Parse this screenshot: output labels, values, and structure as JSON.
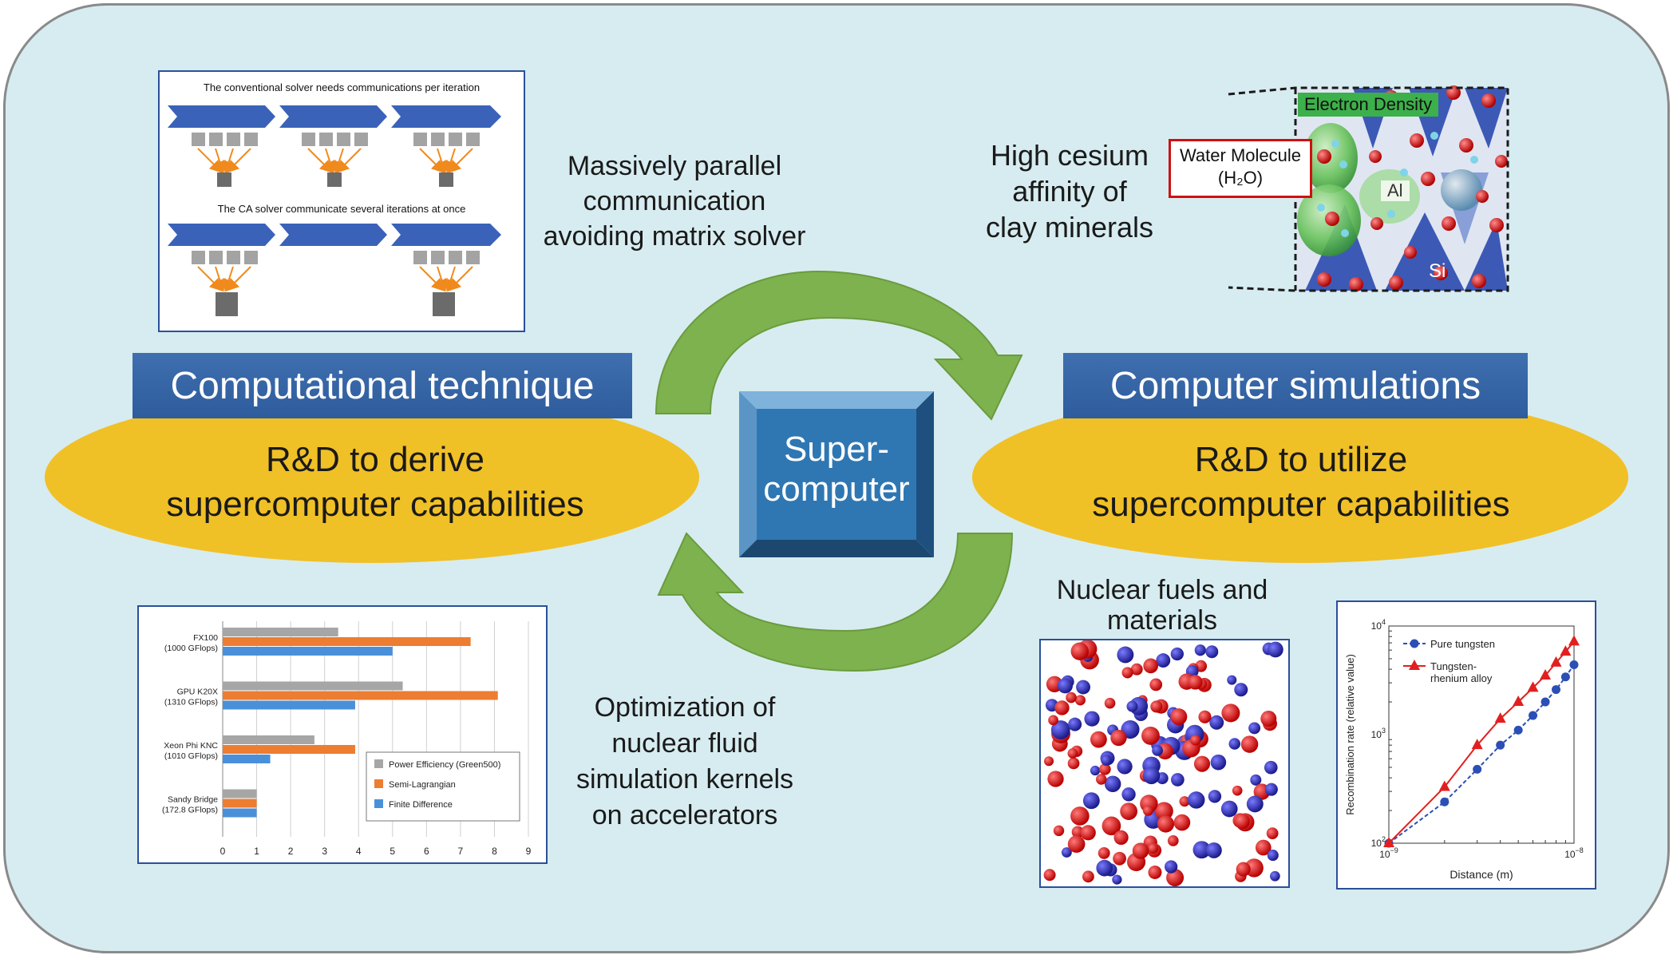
{
  "center": {
    "supercomputer": [
      "Super-",
      "computer"
    ]
  },
  "left": {
    "header": "Computational technique",
    "ellipse_lines": [
      "R&D to derive",
      "supercomputer capabilities"
    ]
  },
  "right": {
    "header": "Computer simulations",
    "ellipse_lines": [
      "R&D to utilize",
      "supercomputer capabilities"
    ]
  },
  "captions": {
    "top_middle": [
      "Massively parallel",
      "communication",
      "avoiding matrix solver"
    ],
    "top_right": [
      "High cesium",
      "affinity of",
      "clay minerals"
    ],
    "bottom_middle": [
      "Optimization of",
      "nuclear fluid",
      "simulation kernels",
      "on accelerators"
    ],
    "bottom_right": [
      "Nuclear fuels and",
      "materials"
    ]
  },
  "solver_figure": {
    "title1": "The conventional solver needs communications per iteration",
    "title2": "The CA solver communicate several iterations at once"
  },
  "clay_figure": {
    "electron_density": "Electron Density",
    "water_molecule": "Water Molecule",
    "water_formula": "(H₂O)",
    "al": "Al",
    "si": "Si"
  },
  "chart_data": [
    {
      "type": "bar",
      "orientation": "horizontal",
      "categories": [
        "FX100\n(1000 GFlops)",
        "GPU K20X\n(1310 GFlops)",
        "Xeon Phi KNC\n(1010 GFlops)",
        "Sandy Bridge\n(172.8 GFlops)"
      ],
      "category_lines": [
        [
          "FX100",
          "(1000 GFlops)"
        ],
        [
          "GPU K20X",
          "(1310 GFlops)"
        ],
        [
          "Xeon Phi KNC",
          "(1010 GFlops)"
        ],
        [
          "Sandy Bridge",
          "(172.8 GFlops)"
        ]
      ],
      "series": [
        {
          "name": "Power Efficiency (Green500)",
          "color": "#a6a6a6",
          "values": [
            3.4,
            5.3,
            2.7,
            1.0
          ]
        },
        {
          "name": "Semi-Lagrangian",
          "color": "#ed7d31",
          "values": [
            7.3,
            8.1,
            3.9,
            1.0
          ]
        },
        {
          "name": "Finite Difference",
          "color": "#4a90d9",
          "values": [
            5.0,
            3.9,
            1.4,
            1.0
          ]
        }
      ],
      "xlim": [
        0,
        9
      ],
      "xticks": [
        "0",
        "1",
        "2",
        "3",
        "4",
        "5",
        "6",
        "7",
        "8",
        "9"
      ],
      "legend_placement": "bottom-right",
      "grid": true
    },
    {
      "type": "line",
      "xscale": "log",
      "yscale": "log",
      "xlabel": "Distance (m)",
      "ylabel": "Recombination rate (relative value)",
      "xlim": [
        1e-09,
        1e-08
      ],
      "ylim": [
        100,
        10000
      ],
      "xtick_labels": [
        {
          "base": "10",
          "exp": "−9"
        },
        {
          "base": "10",
          "exp": "−8"
        }
      ],
      "ytick_labels": [
        {
          "base": "10",
          "exp": "2"
        },
        {
          "base": "10",
          "exp": "3"
        },
        {
          "base": "10",
          "exp": "4"
        }
      ],
      "legend_placement": "top-left",
      "series": [
        {
          "name": "Pure tungsten",
          "name_lines": [
            "Pure tungsten"
          ],
          "color": "#2b4fb5",
          "marker": "circle",
          "linestyle": "dashed",
          "x": [
            1e-09,
            2e-09,
            3e-09,
            4e-09,
            5e-09,
            6e-09,
            7e-09,
            8e-09,
            9e-09,
            1e-08
          ],
          "y": [
            100,
            240,
            480,
            800,
            1100,
            1500,
            2000,
            2600,
            3400,
            4400
          ]
        },
        {
          "name": "Tungsten-rhenium alloy",
          "name_lines": [
            "Tungsten-",
            "rhenium alloy"
          ],
          "color": "#e21f1f",
          "marker": "triangle",
          "linestyle": "solid",
          "x": [
            1e-09,
            2e-09,
            3e-09,
            4e-09,
            5e-09,
            6e-09,
            7e-09,
            8e-09,
            9e-09,
            1e-08
          ],
          "y": [
            100,
            330,
            800,
            1400,
            2000,
            2700,
            3500,
            4600,
            5800,
            7200
          ]
        }
      ]
    }
  ]
}
